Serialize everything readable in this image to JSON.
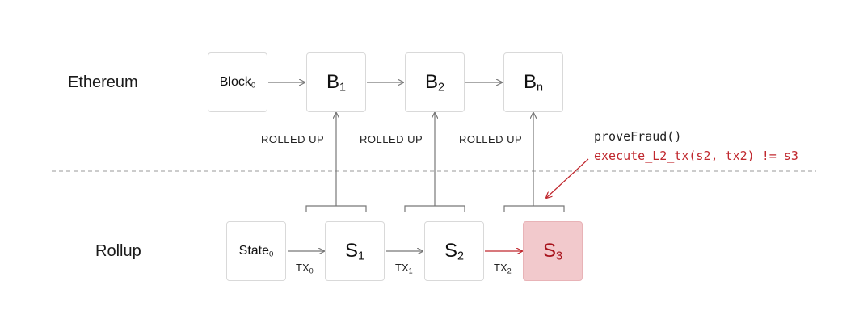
{
  "layers": {
    "ethereum": "Ethereum",
    "rollup": "Rollup"
  },
  "ethereum_blocks": [
    {
      "base": "Block",
      "sub": "0"
    },
    {
      "base": "B",
      "sub": "1"
    },
    {
      "base": "B",
      "sub": "2"
    },
    {
      "base": "B",
      "sub": "n"
    }
  ],
  "rollup_states": [
    {
      "base": "State",
      "sub": "0"
    },
    {
      "base": "S",
      "sub": "1"
    },
    {
      "base": "S",
      "sub": "2"
    },
    {
      "base": "S",
      "sub": "3"
    }
  ],
  "transactions": [
    {
      "base": "TX",
      "sub": "0"
    },
    {
      "base": "TX",
      "sub": "1"
    },
    {
      "base": "TX",
      "sub": "2"
    }
  ],
  "rolled_up_labels": [
    "ROLLED UP",
    "ROLLED UP",
    "ROLLED UP"
  ],
  "fraud_proof": {
    "call": "proveFraud()",
    "condition": "execute_L2_tx(s2, tx2) != s3"
  },
  "colors": {
    "highlight_fill": "#f2c9cc",
    "highlight_text": "#a8131c",
    "fraud_red": "#c0272d",
    "divider": "#999999"
  }
}
